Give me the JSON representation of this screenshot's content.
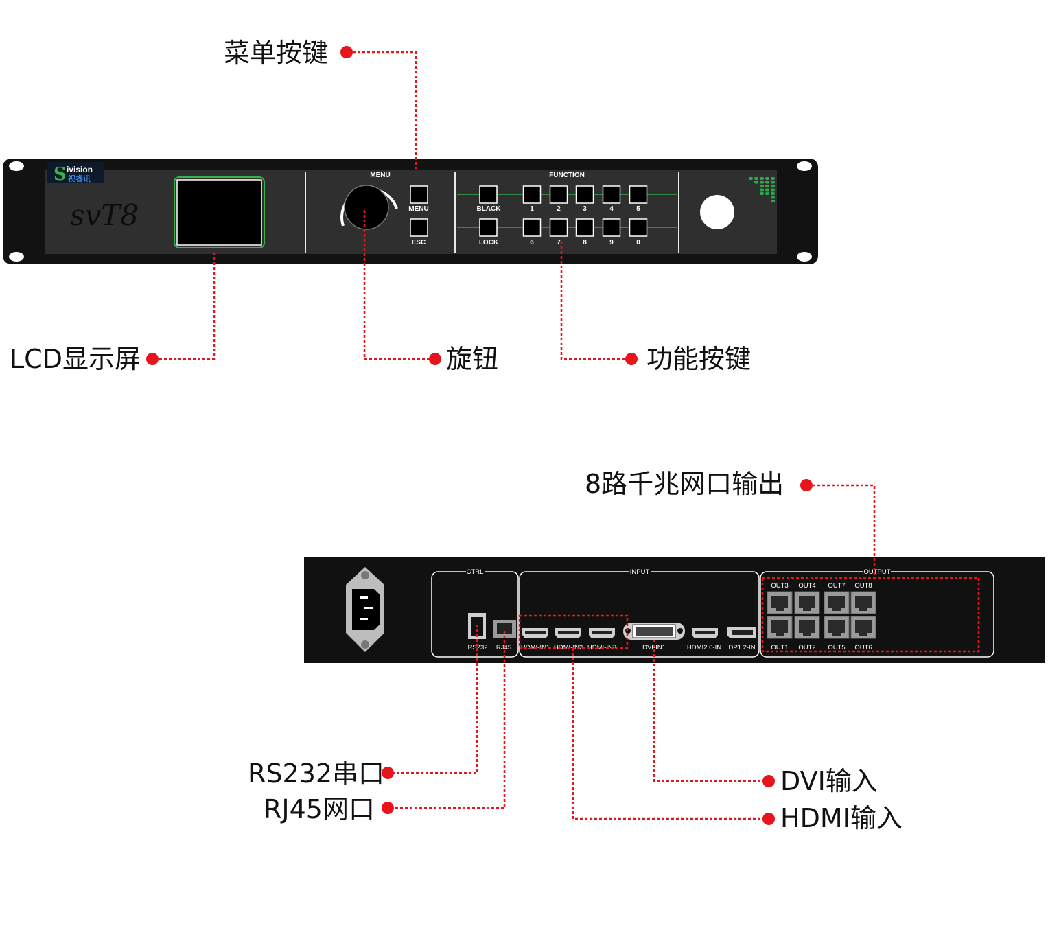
{
  "front_panel": {
    "brand_name": "ivision",
    "brand_cn": "视睿讯",
    "model": "svT8",
    "menu_header": "MENU",
    "function_header": "FUNCTION",
    "menu_button": "MENU",
    "esc_button": "ESC",
    "black_button": "BLACK",
    "lock_button": "LOCK",
    "number_keys_top": [
      "1",
      "2",
      "3",
      "4",
      "5"
    ],
    "number_keys_bottom": [
      "6",
      "7",
      "8",
      "9",
      "0"
    ]
  },
  "rear_panel": {
    "ctrl_header": "CTRL",
    "input_header": "INPUT",
    "output_header": "OUTPUT",
    "rs232_label": "RS232",
    "rj45_label": "RJ45",
    "hdmi_in1": "HDMI-IN1",
    "hdmi_in2": "HDMI-IN2",
    "hdmi_in3": "HDMI-IN3",
    "dvi_in1": "DVI-IN1",
    "hdmi2_in": "HDMI2.0-IN",
    "dp_in": "DP1.2-IN",
    "outputs_top": [
      "OUT3",
      "OUT4",
      "OUT7",
      "OUT8"
    ],
    "outputs_bottom": [
      "OUT1",
      "OUT2",
      "OUT5",
      "OUT6"
    ]
  },
  "callouts": {
    "menu_keys": "菜单按键",
    "lcd": "LCD显示屏",
    "knob": "旋钮",
    "function_keys": "功能按键",
    "gigabit_out": "8路千兆网口输出",
    "rs232": "RS232串口",
    "rj45": "RJ45网口",
    "dvi_in": "DVI输入",
    "hdmi_in": "HDMI输入"
  },
  "colors": {
    "leader_line": "#e8141b",
    "panel": "#2f2f2f",
    "chassis": "#111111",
    "led_green": "#2ea84a",
    "accent_green": "#38b24a"
  }
}
